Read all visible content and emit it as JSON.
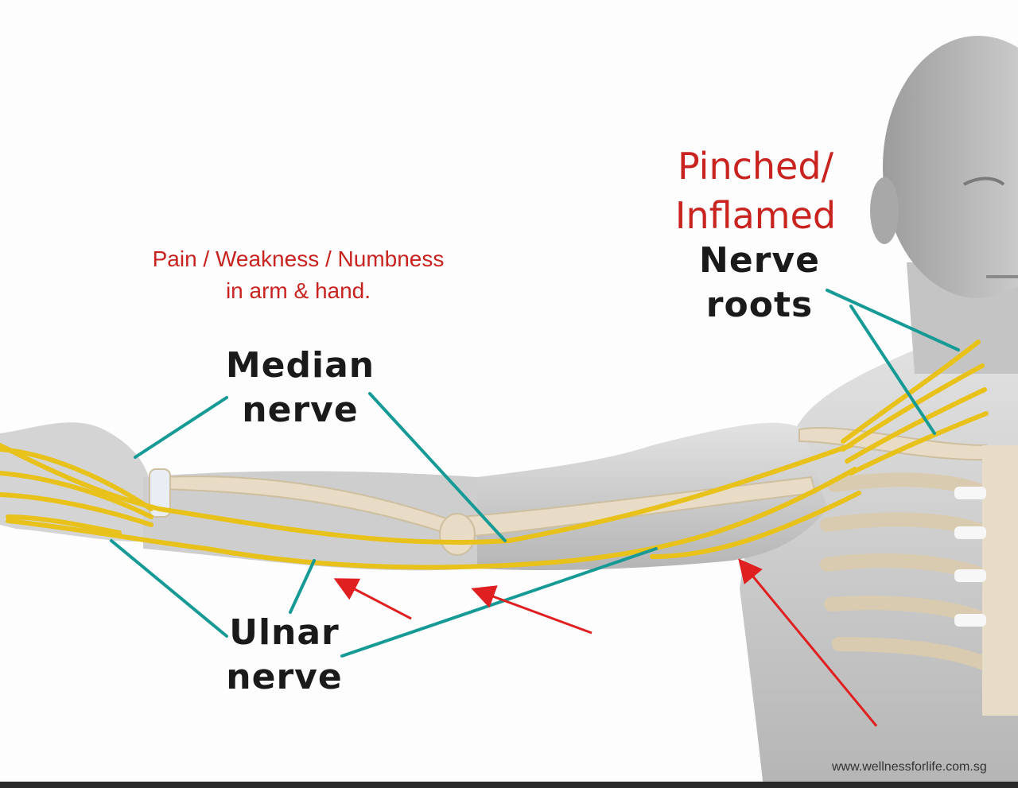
{
  "labels": {
    "symptoms": "Pain / Weakness / Numbness\nin arm & hand.",
    "pinched": "Pinched/\nInflamed",
    "nerve_roots": "Nerve\nroots",
    "median_nerve": "Median\nnerve",
    "ulnar_nerve": "Ulnar\nnerve"
  },
  "credit": "www.wellnessforlife.com.sg",
  "colors": {
    "nerve": "#e8c21a",
    "leader": "#159a96",
    "arrow": "#e02020",
    "label_red": "#c8231f",
    "skin": "#c8c8c8"
  }
}
